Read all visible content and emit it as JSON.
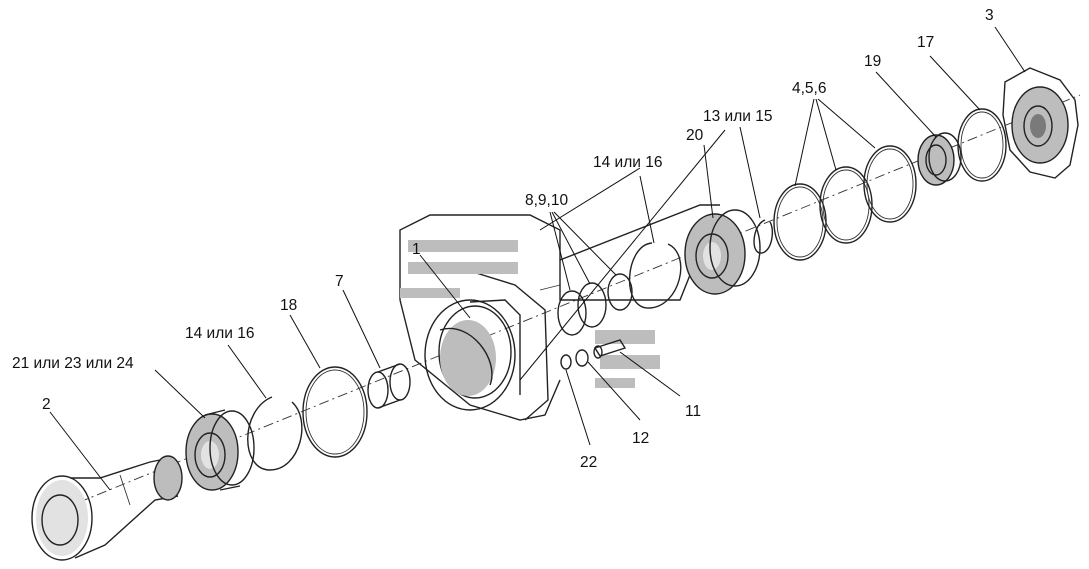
{
  "callouts": {
    "c1": "1",
    "c2": "2",
    "c3": "3",
    "c456": "4,5,6",
    "c7": "7",
    "c8910": "8,9,10",
    "c11": "11",
    "c12": "12",
    "c13_15": "13 или 15",
    "c14_16_top": "14 или 16",
    "c14_16_left": "14 или 16",
    "c17": "17",
    "c18": "18",
    "c19": "19",
    "c20": "20",
    "c21_23_24": "21 или 23 или 24",
    "c22": "22"
  }
}
